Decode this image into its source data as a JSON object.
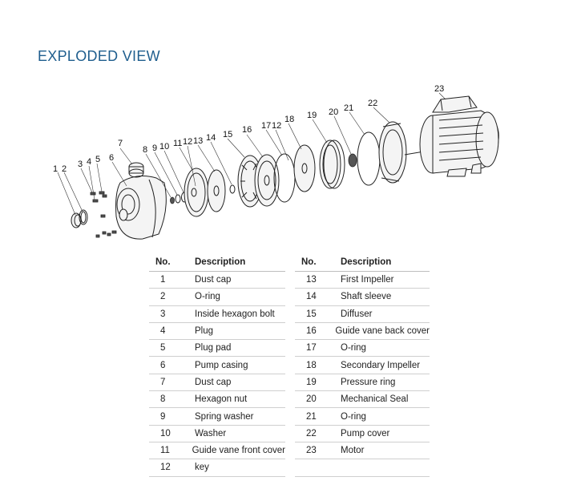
{
  "page": {
    "title": "EXPLODED VIEW"
  },
  "callouts": [
    "1",
    "2",
    "3",
    "4",
    "5",
    "6",
    "7",
    "8",
    "9",
    "10",
    "11",
    "12",
    "13",
    "14",
    "15",
    "16",
    "17",
    "12",
    "18",
    "19",
    "20",
    "21",
    "22",
    "23"
  ],
  "table": {
    "headers": {
      "no": "No.",
      "description": "Description"
    },
    "left_rows": [
      {
        "no": "1",
        "description": "Dust cap"
      },
      {
        "no": "2",
        "description": "O-ring"
      },
      {
        "no": "3",
        "description": "Inside hexagon bolt"
      },
      {
        "no": "4",
        "description": "Plug"
      },
      {
        "no": "5",
        "description": "Plug pad"
      },
      {
        "no": "6",
        "description": "Pump casing"
      },
      {
        "no": "7",
        "description": "Dust cap"
      },
      {
        "no": "8",
        "description": "Hexagon nut"
      },
      {
        "no": "9",
        "description": "Spring washer"
      },
      {
        "no": "10",
        "description": "Washer"
      },
      {
        "no": "11",
        "description": "Guide vane front cover"
      },
      {
        "no": "12",
        "description": "key"
      }
    ],
    "right_rows": [
      {
        "no": "13",
        "description": "First Impeller"
      },
      {
        "no": "14",
        "description": "Shaft sleeve"
      },
      {
        "no": "15",
        "description": "Diffuser"
      },
      {
        "no": "16",
        "description": "Guide vane back cover"
      },
      {
        "no": "17",
        "description": "O-ring"
      },
      {
        "no": "18",
        "description": "Secondary Impeller"
      },
      {
        "no": "19",
        "description": "Pressure ring"
      },
      {
        "no": "20",
        "description": "Mechanical Seal"
      },
      {
        "no": "21",
        "description": "O-ring"
      },
      {
        "no": "22",
        "description": "Pump cover"
      },
      {
        "no": "23",
        "description": "Motor"
      }
    ]
  },
  "colors": {
    "title": "#1f5e8e",
    "rule": "#cfcfcf"
  }
}
